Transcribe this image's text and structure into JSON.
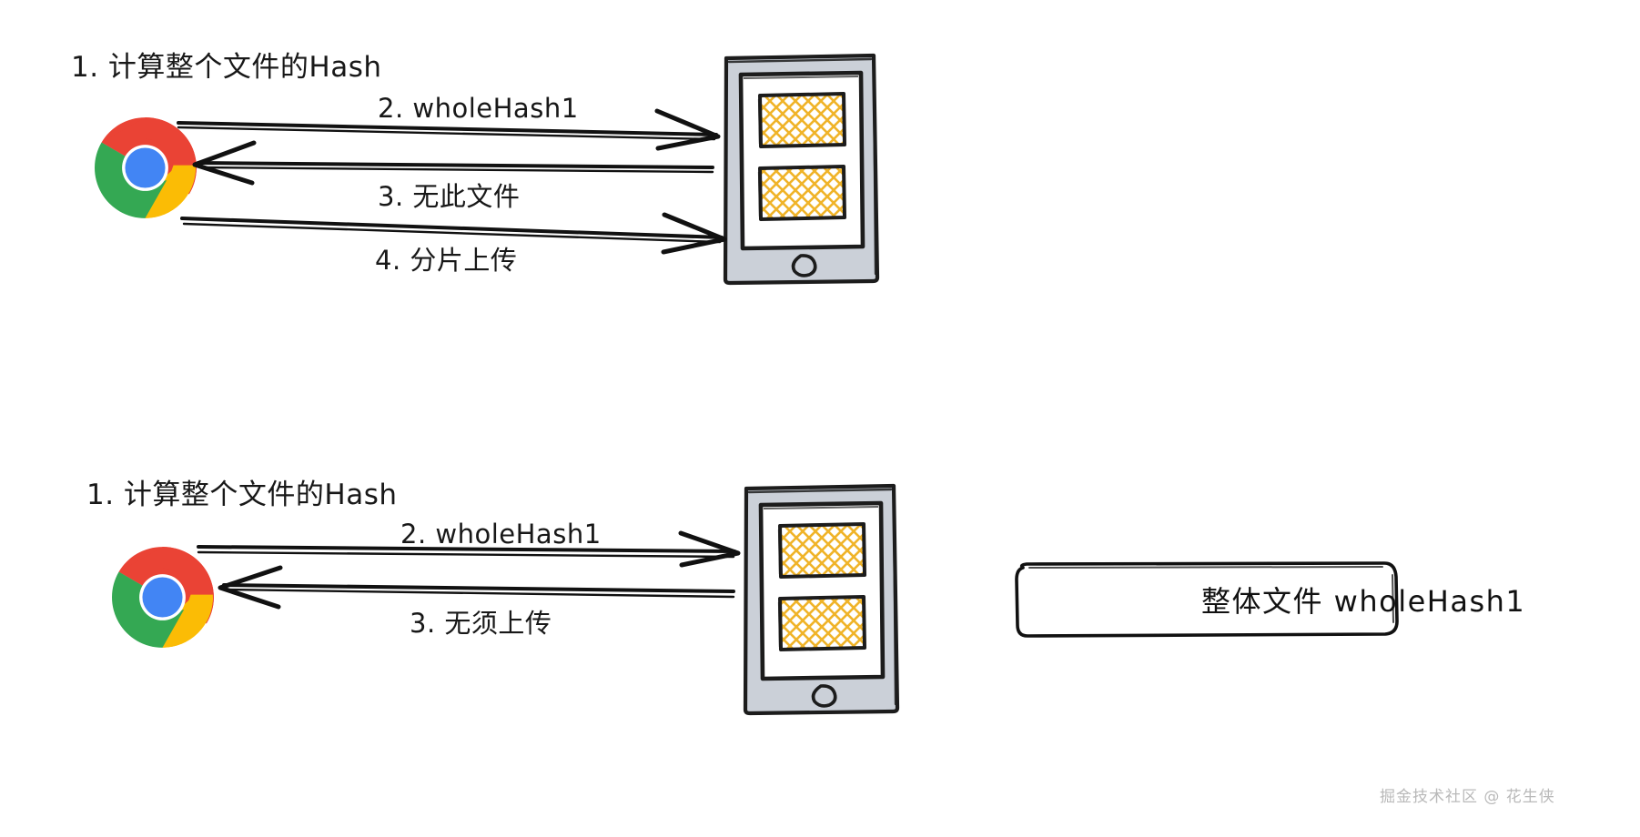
{
  "diagram": {
    "title": "file-upload-hash-flow",
    "colors": {
      "chrome_red": "#EA4335",
      "chrome_green": "#34A853",
      "chrome_yellow": "#FBBC05",
      "chrome_blue": "#4285F4",
      "chrome_white": "#FFFFFF",
      "device_body": "#CBD0D8",
      "device_outline": "#1C1C1C",
      "block_hatch": "#F0B429",
      "stroke": "#111111",
      "watermark": "#BDBDBD"
    },
    "top_flow": {
      "name": "upload-required-flow",
      "steps": [
        {
          "id": 1,
          "text": "1. 计算整个文件的Hash",
          "direction": "none"
        },
        {
          "id": 2,
          "text": "2. wholeHash1",
          "direction": "browser-to-server"
        },
        {
          "id": 3,
          "text": "3. 无此文件",
          "direction": "server-to-browser"
        },
        {
          "id": 4,
          "text": "4. 分片上传",
          "direction": "browser-to-server"
        }
      ],
      "browser": "chrome-logo",
      "server": "phone-device"
    },
    "bottom_flow": {
      "name": "upload-skipped-flow",
      "steps": [
        {
          "id": 1,
          "text": "1. 计算整个文件的Hash",
          "direction": "none"
        },
        {
          "id": 2,
          "text": "2. wholeHash1",
          "direction": "browser-to-server"
        },
        {
          "id": 3,
          "text": "3. 无须上传",
          "direction": "server-to-browser"
        }
      ],
      "browser": "chrome-logo",
      "server": "phone-device"
    },
    "callout": {
      "name": "whole-file-hash-callout",
      "text": "整体文件 wholeHash1"
    },
    "watermark": {
      "text": "掘金技术社区 @ 花生侠"
    }
  }
}
